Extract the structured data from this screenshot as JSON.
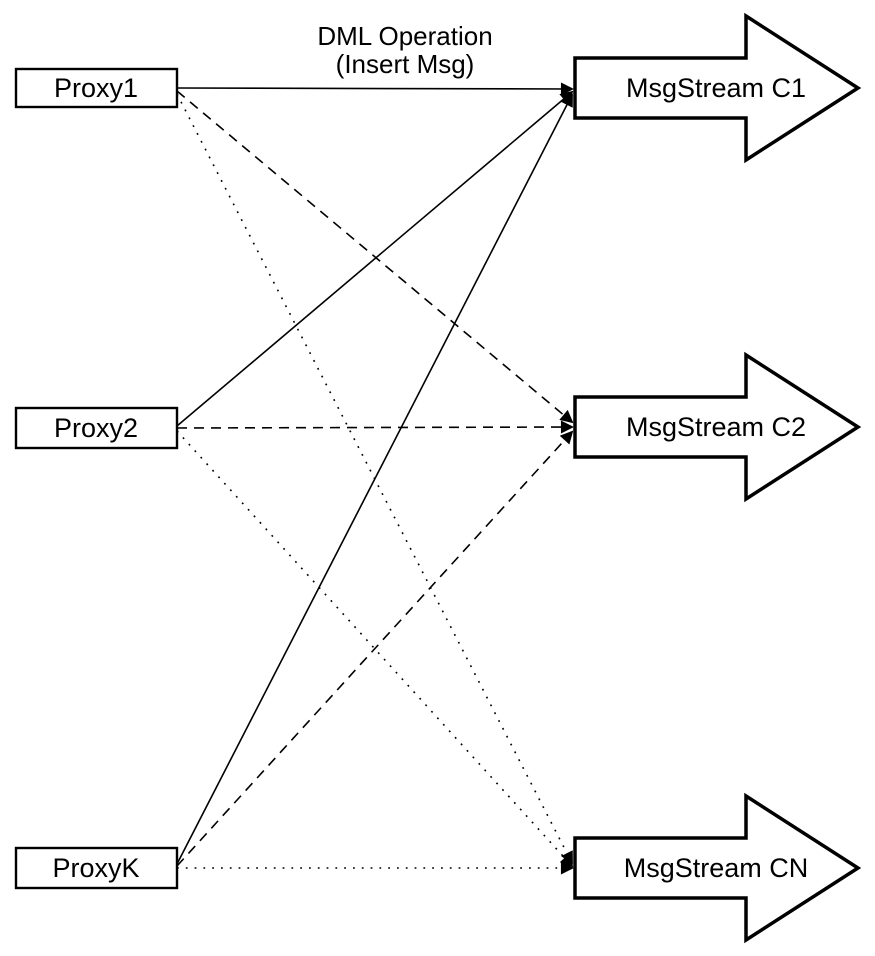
{
  "diagram": {
    "title": {
      "line1": "DML Operation",
      "line2": "(Insert Msg)"
    },
    "proxies": [
      {
        "id": "proxy1",
        "label": "Proxy1"
      },
      {
        "id": "proxy2",
        "label": "Proxy2"
      },
      {
        "id": "proxyk",
        "label": "ProxyK"
      }
    ],
    "streams": [
      {
        "id": "c1",
        "label": "MsgStream C1",
        "incoming_line_style": "solid"
      },
      {
        "id": "c2",
        "label": "MsgStream C2",
        "incoming_line_style": "dashed"
      },
      {
        "id": "cn",
        "label": "MsgStream CN",
        "incoming_line_style": "dotted"
      }
    ],
    "connections": [
      {
        "from": "Proxy1",
        "to": "MsgStream C1",
        "style": "solid"
      },
      {
        "from": "Proxy1",
        "to": "MsgStream C2",
        "style": "dashed"
      },
      {
        "from": "Proxy1",
        "to": "MsgStream CN",
        "style": "dotted"
      },
      {
        "from": "Proxy2",
        "to": "MsgStream C1",
        "style": "solid"
      },
      {
        "from": "Proxy2",
        "to": "MsgStream C2",
        "style": "dashed"
      },
      {
        "from": "Proxy2",
        "to": "MsgStream CN",
        "style": "dotted"
      },
      {
        "from": "ProxyK",
        "to": "MsgStream C1",
        "style": "solid"
      },
      {
        "from": "ProxyK",
        "to": "MsgStream C2",
        "style": "dashed"
      },
      {
        "from": "ProxyK",
        "to": "MsgStream CN",
        "style": "dotted"
      }
    ],
    "colors": {
      "stroke": "#000000",
      "fill": "#ffffff"
    }
  }
}
